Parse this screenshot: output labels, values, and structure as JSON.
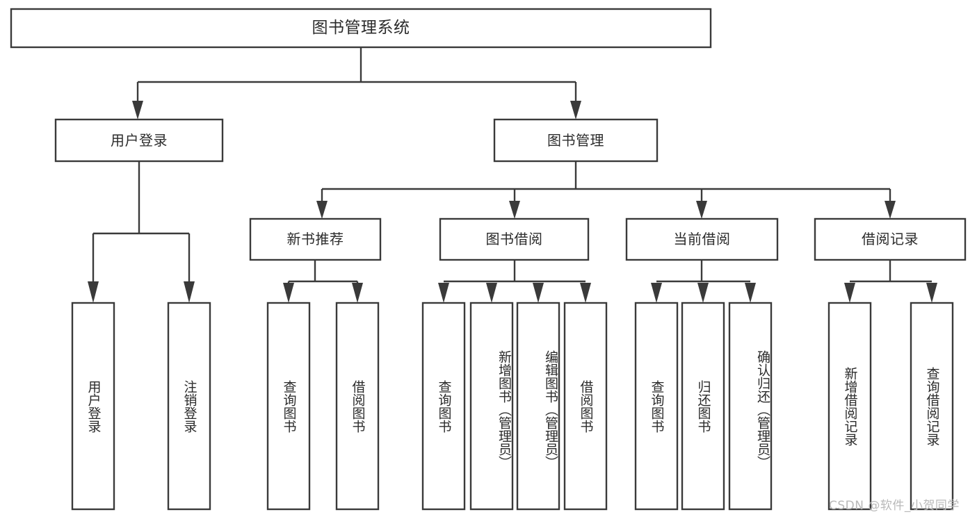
{
  "diagram": {
    "type": "tree-hierarchy",
    "orientation": "top-down",
    "root": {
      "id": "root",
      "label": "图书管理系统"
    },
    "level1": [
      {
        "id": "user-login",
        "label": "用户登录"
      },
      {
        "id": "book-management",
        "label": "图书管理"
      }
    ],
    "level2": [
      {
        "id": "new-book-recommend",
        "label": "新书推荐",
        "parent": "book-management"
      },
      {
        "id": "book-borrow",
        "label": "图书借阅",
        "parent": "book-management"
      },
      {
        "id": "current-borrow",
        "label": "当前借阅",
        "parent": "book-management"
      },
      {
        "id": "borrow-record",
        "label": "借阅记录",
        "parent": "book-management"
      }
    ],
    "leaves": [
      {
        "id": "leaf-user-login",
        "label": "用户登录",
        "parent": "user-login"
      },
      {
        "id": "leaf-logout-login",
        "label": "注销登录",
        "parent": "user-login"
      },
      {
        "id": "leaf-query-book-1",
        "label": "查询图书",
        "parent": "new-book-recommend"
      },
      {
        "id": "leaf-borrow-book-1",
        "label": "借阅图书",
        "parent": "new-book-recommend"
      },
      {
        "id": "leaf-query-book-2",
        "label": "查询图书",
        "parent": "book-borrow"
      },
      {
        "id": "leaf-add-book",
        "label": "新增图书（管理员）",
        "parent": "book-borrow"
      },
      {
        "id": "leaf-edit-book",
        "label": "编辑图书（管理员）",
        "parent": "book-borrow"
      },
      {
        "id": "leaf-borrow-book-2",
        "label": "借阅图书",
        "parent": "book-borrow"
      },
      {
        "id": "leaf-query-book-3",
        "label": "查询图书",
        "parent": "current-borrow"
      },
      {
        "id": "leaf-return-book",
        "label": "归还图书",
        "parent": "current-borrow"
      },
      {
        "id": "leaf-confirm-return",
        "label": "确认归还（管理员）",
        "parent": "current-borrow"
      },
      {
        "id": "leaf-add-record",
        "label": "新增借阅记录",
        "parent": "borrow-record"
      },
      {
        "id": "leaf-query-record",
        "label": "查询借阅记录",
        "parent": "borrow-record"
      }
    ]
  },
  "watermark": {
    "text": "CSDN @软件_小贺同学"
  },
  "colors": {
    "stroke": "#3a3a3a",
    "box_fill": "#ffffff",
    "text": "#2b2b2b",
    "background": "#ffffff",
    "watermark": "#b9b9b9"
  }
}
